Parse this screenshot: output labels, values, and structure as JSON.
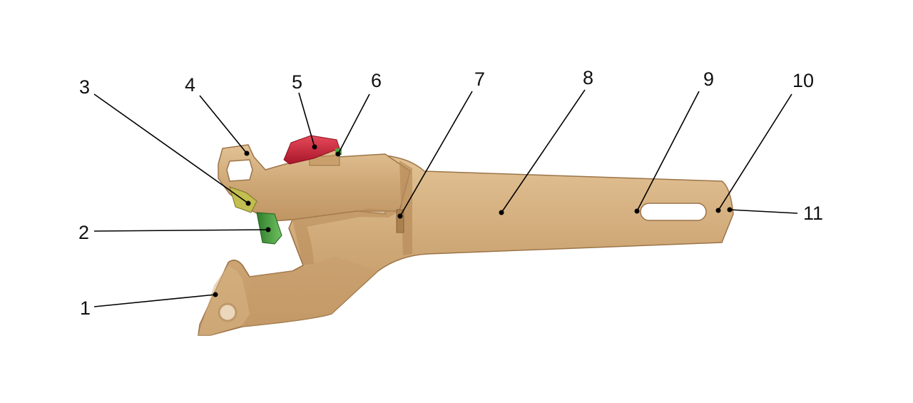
{
  "colors": {
    "body": "#cfa877",
    "body_dark": "#b58a58",
    "body_light": "#e6c79b",
    "edge": "#9c7448",
    "red_part": "#d4233a",
    "green_part": "#3d9a3a",
    "yellow_part": "#c7c24a",
    "leader": "#000000"
  },
  "callouts": [
    {
      "id": "1",
      "label": "1"
    },
    {
      "id": "2",
      "label": "2"
    },
    {
      "id": "3",
      "label": "3"
    },
    {
      "id": "4",
      "label": "4"
    },
    {
      "id": "5",
      "label": "5"
    },
    {
      "id": "6",
      "label": "6"
    },
    {
      "id": "7",
      "label": "7"
    },
    {
      "id": "8",
      "label": "8"
    },
    {
      "id": "9",
      "label": "9"
    },
    {
      "id": "10",
      "label": "10"
    },
    {
      "id": "11",
      "label": "11"
    }
  ]
}
